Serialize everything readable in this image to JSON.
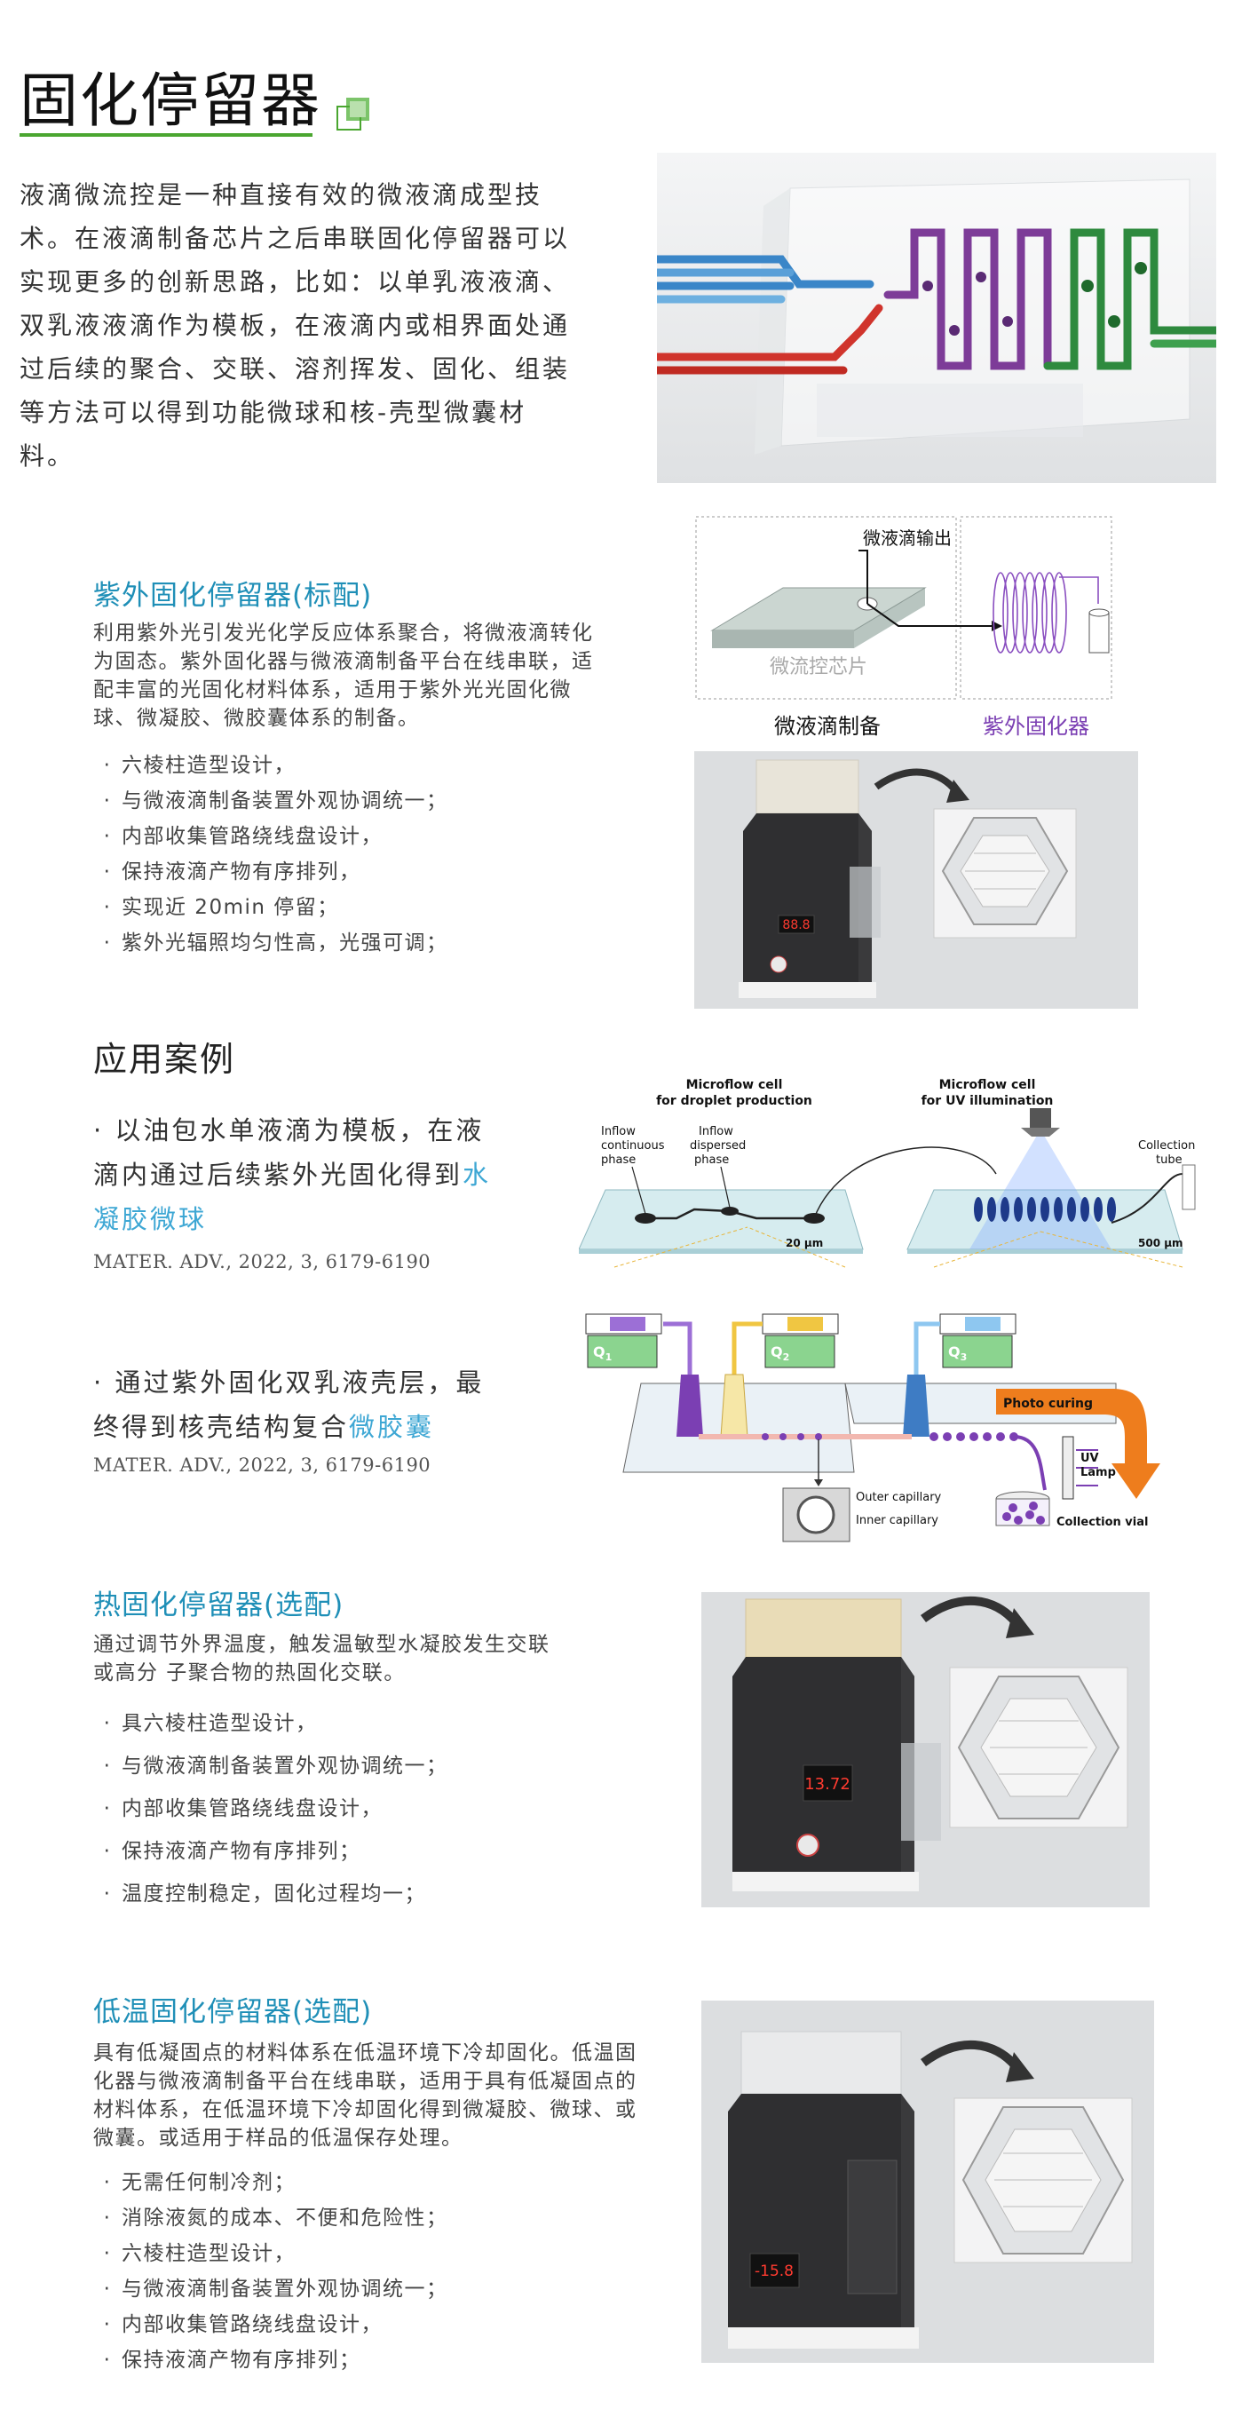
{
  "header": {
    "title": "固化停留器"
  },
  "intro": {
    "text": "液滴微流控是一种直接有效的微液滴成型技术。在液滴制备芯片之后串联固化停留器可以实现更多的创新思路，比如：以单乳液液滴、双乳液液滴作为模板，在液滴内或相界面处通过后续的聚合、交联、溶剂挥发、固化、组装等方法可以得到功能微球和核-壳型微囊材料。"
  },
  "uv": {
    "title": "紫外固化停留器(标配)",
    "desc": "利用紫外光引发光化学反应体系聚合，将微液滴转化为固态。紫外固化器与微液滴制备平台在线串联，适配丰富的光固化材料体系，适用于紫外光光固化微球、微凝胶、微胶囊体系的制备。",
    "bullets": [
      "六棱柱造型设计，",
      "与微液滴制备装置外观协调统一；",
      "内部收集管路绕线盘设计，",
      "保持液滴产物有序排列，",
      "实现近 20min 停留；",
      "紫外光辐照均匀性高，光强可调；"
    ],
    "diagram": {
      "output_label": "微液滴输出",
      "chip_label": "微流控芯片",
      "left_caption": "微液滴制备",
      "right_caption": "紫外固化器"
    },
    "display": "88.8"
  },
  "cases": {
    "title": "应用案例",
    "case1": {
      "text_a": "· 以油包水单液滴为模板，在液滴内通过后续紫外光固化得到",
      "highlight": "水凝胶微球",
      "citation": "MATER. ADV., 2022, 3, 6179-6190"
    },
    "case2": {
      "text_a": "· 通过紫外固化双乳液壳层，最终得到核壳结构复合",
      "highlight": "微胶囊",
      "citation": "MATER. ADV., 2022, 3, 6179-6190"
    },
    "fig1": {
      "cell1_title_1": "Microflow cell",
      "cell1_title_2": "for droplet production",
      "cell2_title_1": "Microflow cell",
      "cell2_title_2": "for UV illumination",
      "inflow_c_1": "Inflow",
      "inflow_c_2": "continuous",
      "inflow_c_3": "phase",
      "inflow_d_1": "Inflow",
      "inflow_d_2": "dispersed",
      "inflow_d_3": "phase",
      "collect_1": "Collection",
      "collect_2": "tube",
      "scale1": "20 μm",
      "scale2": "500 μm"
    },
    "fig2": {
      "q1": "Q",
      "q1_sub": "1",
      "q2": "Q",
      "q2_sub": "2",
      "q3": "Q",
      "q3_sub": "3",
      "photo_curing": "Photo curing",
      "uv_1": "UV",
      "uv_2": "Lamp",
      "outer": "Outer capillary",
      "inner": "Inner capillary",
      "vial": "Collection vial"
    }
  },
  "thermal": {
    "title": "热固化停留器(选配)",
    "desc": "通过调节外界温度，触发温敏型水凝胶发生交联或高分 子聚合物的热固化交联。",
    "bullets": [
      "具六棱柱造型设计，",
      "与微液滴制备装置外观协调统一；",
      "内部收集管路绕线盘设计，",
      "保持液滴产物有序排列；",
      "温度控制稳定，固化过程均一；"
    ],
    "display": "13.72"
  },
  "cold": {
    "title": "低温固化停留器(选配)",
    "desc": "具有低凝固点的材料体系在低温环境下冷却固化。低温固化器与微液滴制备平台在线串联，适用于具有低凝固点的材料体系，在低温环境下冷却固化得到微凝胶、微球、或微囊。或适用于样品的低温保存处理。",
    "bullets": [
      "无需任何制冷剂；",
      "消除液氮的成本、不便和危险性；",
      "六棱柱造型设计，",
      "与微液滴制备装置外观协调统一；",
      "内部收集管路绕线盘设计，",
      "保持液滴产物有序排列；"
    ],
    "display": "-15.8"
  },
  "colors": {
    "accent_green": "#4aa630",
    "section_blue": "#1f8fb7",
    "highlight_blue": "#3ea7d4",
    "uv_purple": "#7b3fb3"
  }
}
